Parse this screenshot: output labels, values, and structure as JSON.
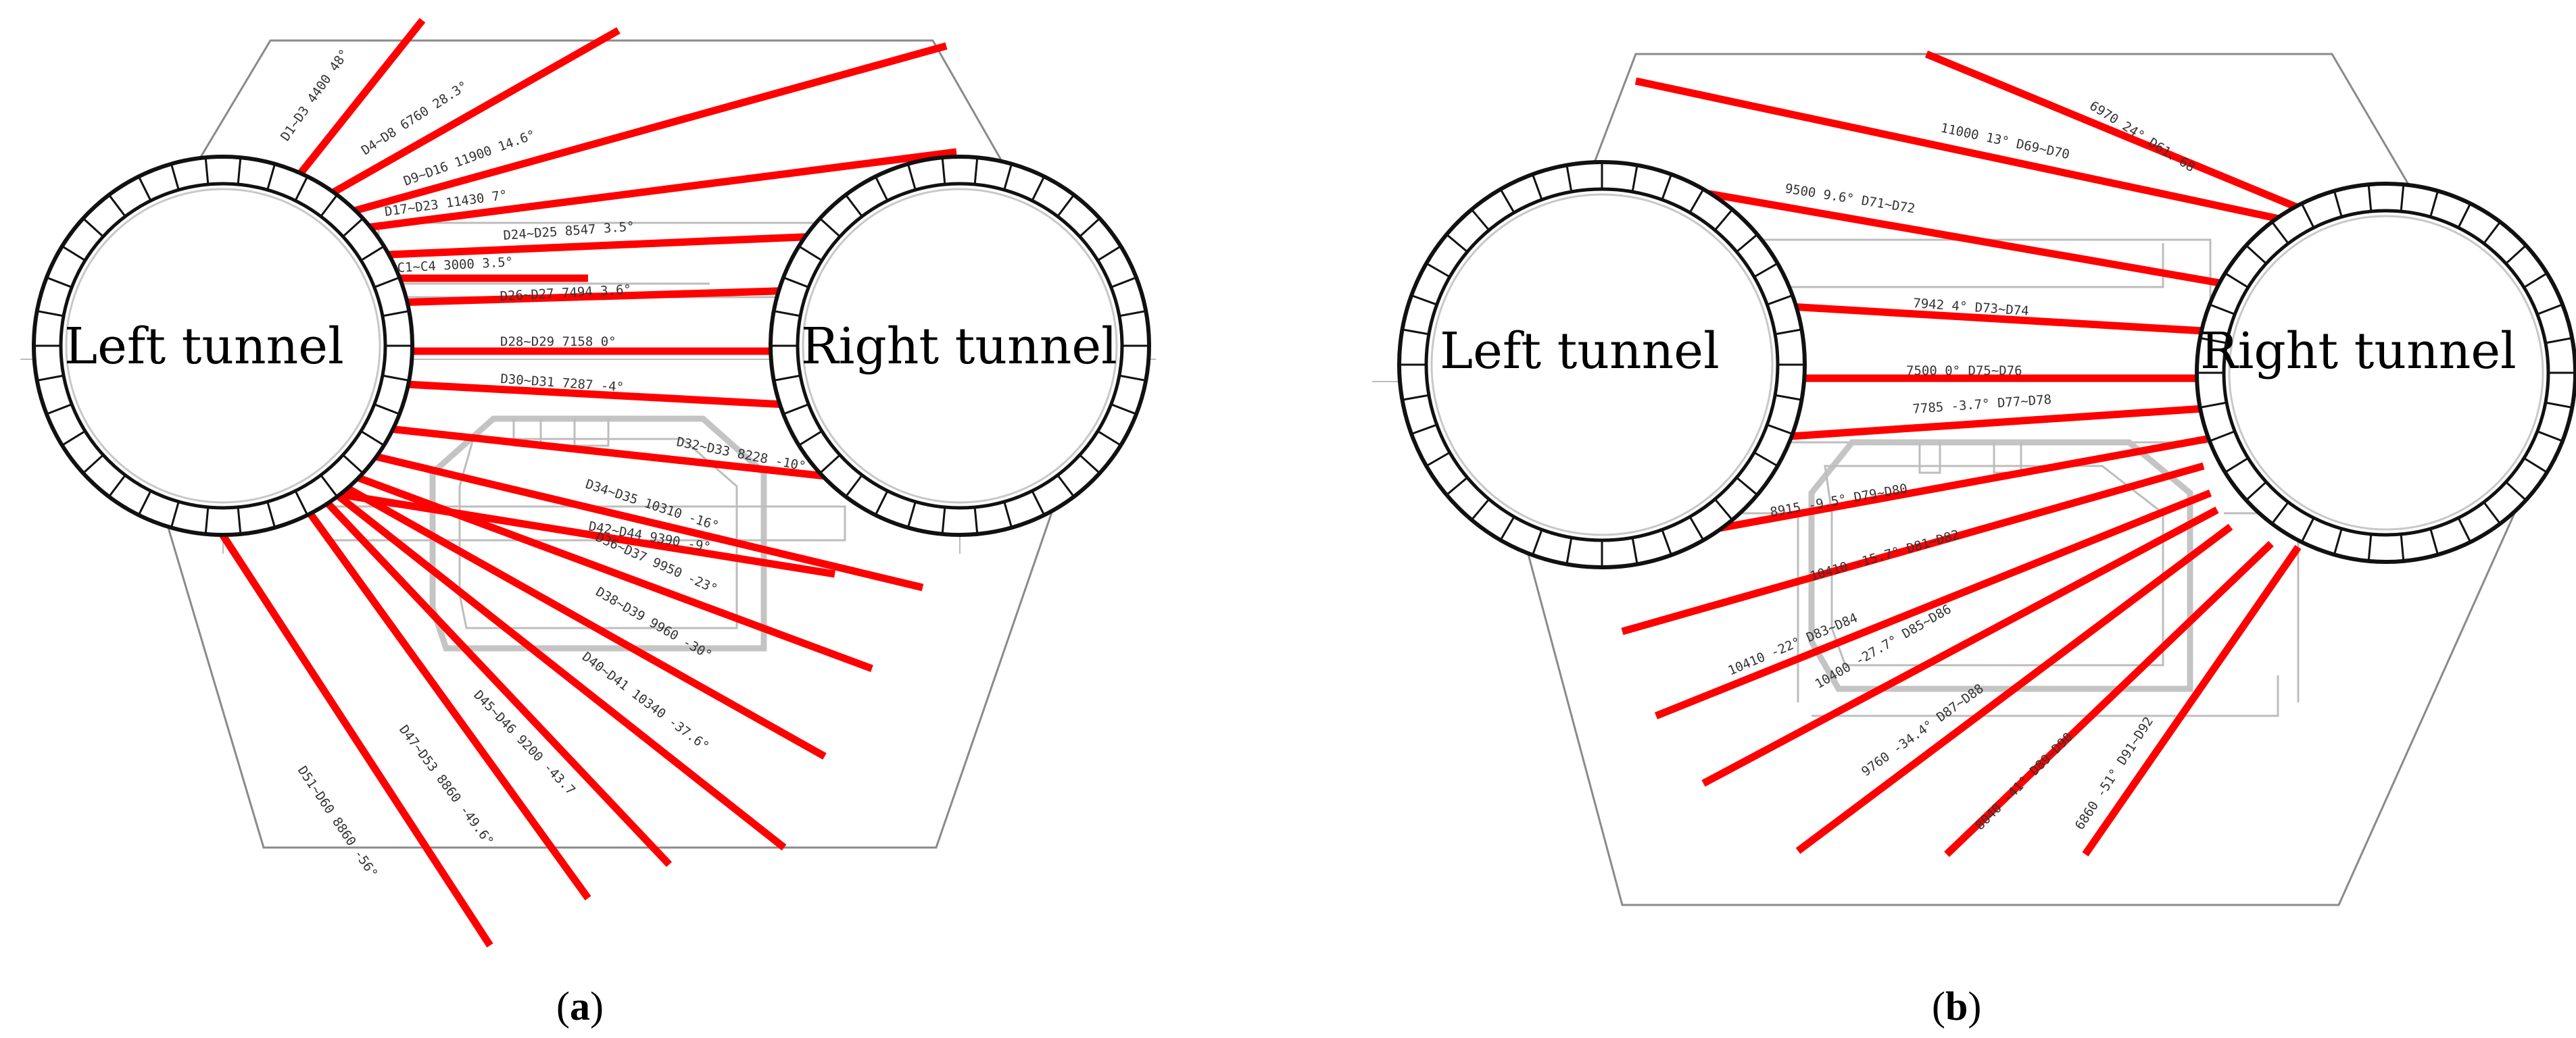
{
  "panels": [
    {
      "caption": "a",
      "left_label": "Left tunnel",
      "right_label": "Right tunnel",
      "groups": [
        {
          "label": "D1~D3 4400 48°"
        },
        {
          "label": "D4~D8 6760 28.3°"
        },
        {
          "label": "D9~D16 11900 14.6°"
        },
        {
          "label": "D17~D23 11430 7°"
        },
        {
          "label": "D24~D25 8547 3.5°"
        },
        {
          "label": "C1~C4 3000 3.5°"
        },
        {
          "label": "D26~D27 7494 3.6°"
        },
        {
          "label": "D28~D29 7158 0°"
        },
        {
          "label": "D30~D31 7287 -4°"
        },
        {
          "label": "D32~D33 8228 -10°"
        },
        {
          "label": "D34~D35 10310 -16°"
        },
        {
          "label": "D42~D44 9390 -9°"
        },
        {
          "label": "D36~D37 9950 -23°"
        },
        {
          "label": "D38~D39 9960 -30°"
        },
        {
          "label": "D40~D41 10340 -37.6°"
        },
        {
          "label": "D45~D46 9200 -43.7"
        },
        {
          "label": "D47~D53 8860 -49.6°"
        },
        {
          "label": "D51~D60 8860 -56°"
        }
      ]
    },
    {
      "caption": "b",
      "left_label": "Left tunnel",
      "right_label": "Right tunnel",
      "groups": [
        {
          "label": "6970 24° D61、68"
        },
        {
          "label": "11000 13° D69~D70"
        },
        {
          "label": "9500 9.6° D71~D72"
        },
        {
          "label": "7942 4° D73~D74"
        },
        {
          "label": "7500 0° D75~D76"
        },
        {
          "label": "7785 -3.7° D77~D78"
        },
        {
          "label": "8915 -9.5° D79~D80"
        },
        {
          "label": "10410 -15.7° D81~D82"
        },
        {
          "label": "10410 -22° D83~D84"
        },
        {
          "label": "10400 -27.7° D85~D86"
        },
        {
          "label": "9760 -34.4° D87~D88"
        },
        {
          "label": "8040 -41° D89~D90"
        },
        {
          "label": "6860 -51° D91~D92"
        }
      ]
    }
  ],
  "colors": {
    "bolt": "#ff0000",
    "ring": "#111111",
    "outline": "#8a8a8a"
  }
}
